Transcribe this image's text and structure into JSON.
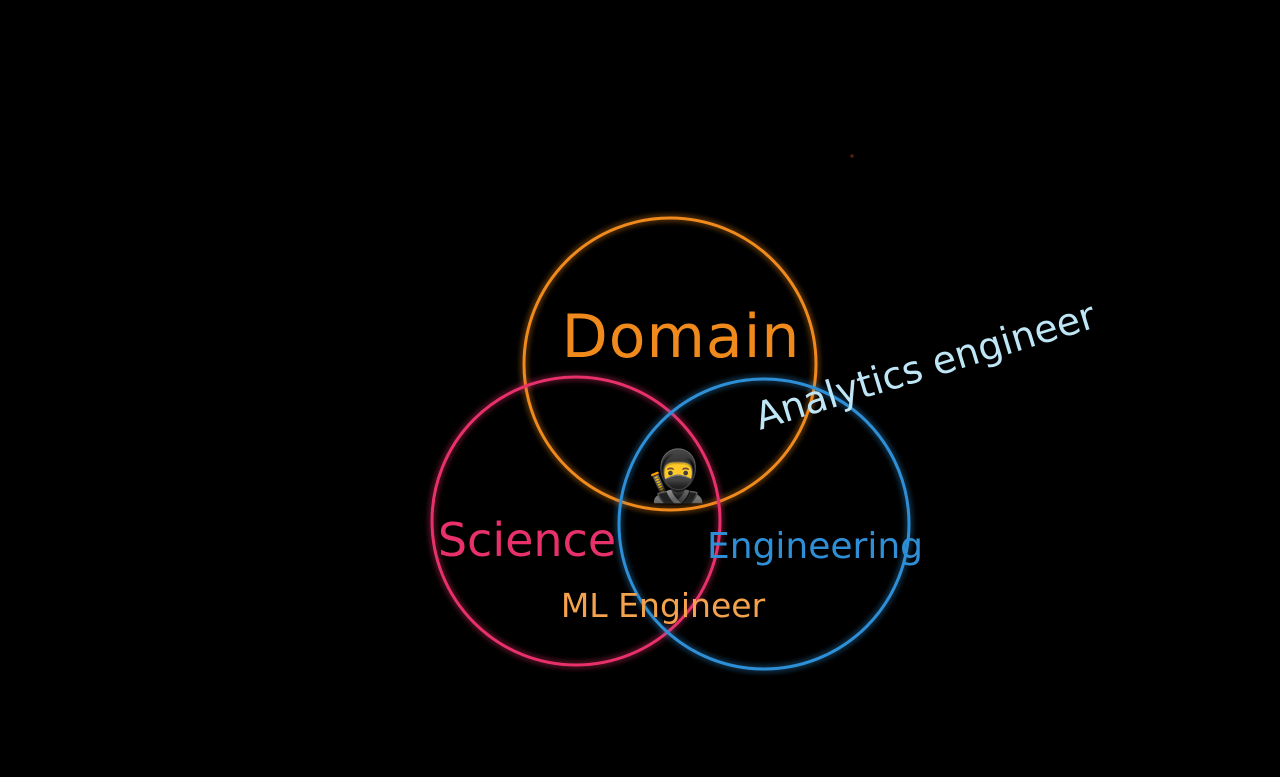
{
  "diagram": {
    "sets": [
      {
        "id": "domain",
        "label": "Domain",
        "color": "#f08a1c"
      },
      {
        "id": "science",
        "label": "Science",
        "color": "#e8316a"
      },
      {
        "id": "engineering",
        "label": "Engineering",
        "color": "#2e8fd6"
      }
    ],
    "overlaps": [
      {
        "id": "analytics",
        "label": "Analytics engineer",
        "between": [
          "domain",
          "engineering"
        ],
        "color": "#bfe6f6"
      },
      {
        "id": "ml",
        "label": "ML Engineer",
        "between": [
          "science",
          "engineering"
        ],
        "color": "#f4a24c"
      }
    ],
    "center": {
      "icon": "ninja-icon",
      "glyph": "🥷"
    },
    "colors": {
      "background": "#000000"
    }
  }
}
